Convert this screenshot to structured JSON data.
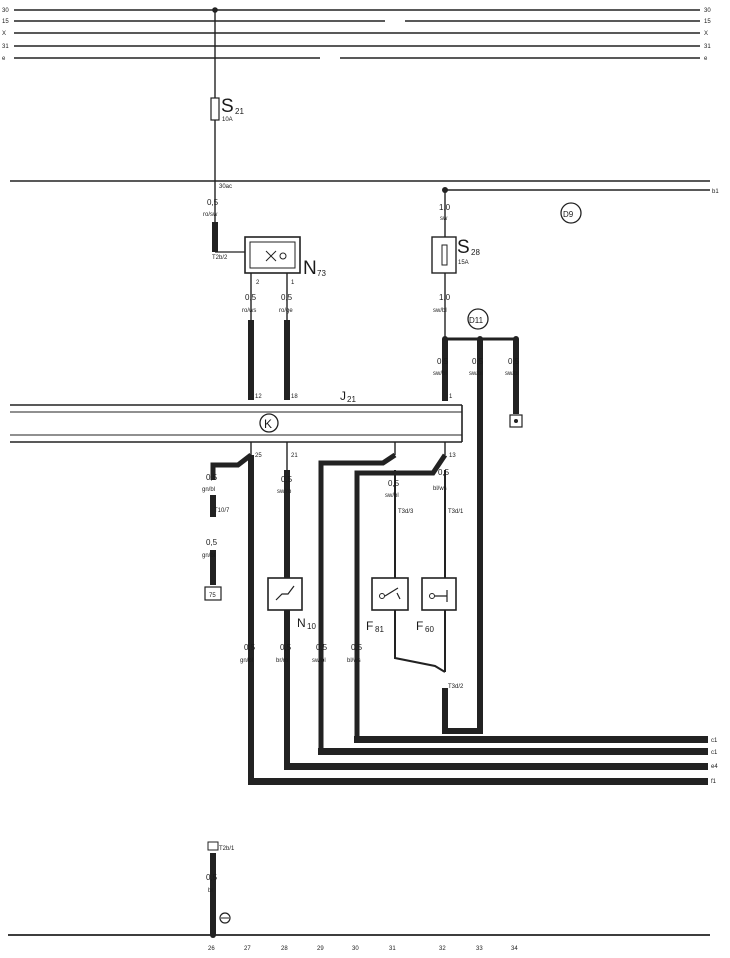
{
  "bus": {
    "left_labels": [
      "30",
      "15",
      "X",
      "31",
      "e"
    ],
    "right_labels": [
      "30",
      "15",
      "X",
      "31",
      "e"
    ]
  },
  "fuse_s21": {
    "name": "S",
    "sub": "21",
    "rating": "10A"
  },
  "bus_30ac": {
    "label": "30ac",
    "right_label": "b1"
  },
  "wire_top_left": {
    "gauge": "0,5",
    "color": "ro/sw"
  },
  "relay_n73": {
    "name": "N",
    "sub": "73",
    "connector": "T2b/2",
    "pin_left": "2",
    "pin_right": "1"
  },
  "wires_n73": [
    {
      "gauge": "0,5",
      "color": "ro/ws"
    },
    {
      "gauge": "0,5",
      "color": "ro/ge"
    }
  ],
  "right_top": {
    "gauge": "1,0",
    "color": "sw",
    "node": "D9",
    "fuse": {
      "name": "S",
      "sub": "28",
      "rating": "15A"
    },
    "gauge2": "1,0",
    "color2": "sw/bl",
    "node2": "D11"
  },
  "right_branches": [
    {
      "gauge": "0,5",
      "color": "sw/bl"
    },
    {
      "gauge": "0,5",
      "color": "sw/bl"
    },
    {
      "gauge": "0,5",
      "color": "sw/bl"
    }
  ],
  "unit_j21": {
    "name": "J",
    "sub": "21",
    "symbol": "K",
    "pins_top": [
      "12",
      "18",
      "1"
    ],
    "pins_bottom": [
      "25",
      "21",
      "13"
    ]
  },
  "lower_left": {
    "gauge": "0,5",
    "color": "gn/bl",
    "connector": "T10/7",
    "gauge2": "0,5",
    "color2": "gn/bl",
    "box": "75"
  },
  "wire_n10": {
    "gauge": "0,5",
    "color": "sw/ro",
    "name": "N",
    "sub": "10"
  },
  "switches": {
    "wire_a": {
      "gauge": "0,5",
      "color": "sw/bl"
    },
    "wire_b": {
      "gauge": "0,5",
      "color": "bl/ws"
    },
    "conn_a": "T3d/3",
    "conn_b": "T3d/1",
    "conn_c": "T3d/2",
    "f81": {
      "name": "F",
      "sub": "81"
    },
    "f60": {
      "name": "F",
      "sub": "60"
    }
  },
  "bottom_wires": [
    {
      "gauge": "0,5",
      "color": "gn/bl"
    },
    {
      "gauge": "0,5",
      "color": "br/ro"
    },
    {
      "gauge": "0,5",
      "color": "sw/bl"
    },
    {
      "gauge": "0,5",
      "color": "bl/ws"
    }
  ],
  "right_exits": [
    "c1",
    "c1",
    "e4",
    "f1"
  ],
  "ground": {
    "connector": "T2b/1",
    "gauge": "0,5",
    "color": "br"
  },
  "columns": [
    "26",
    "27",
    "28",
    "29",
    "30",
    "31",
    "32",
    "33",
    "34"
  ]
}
